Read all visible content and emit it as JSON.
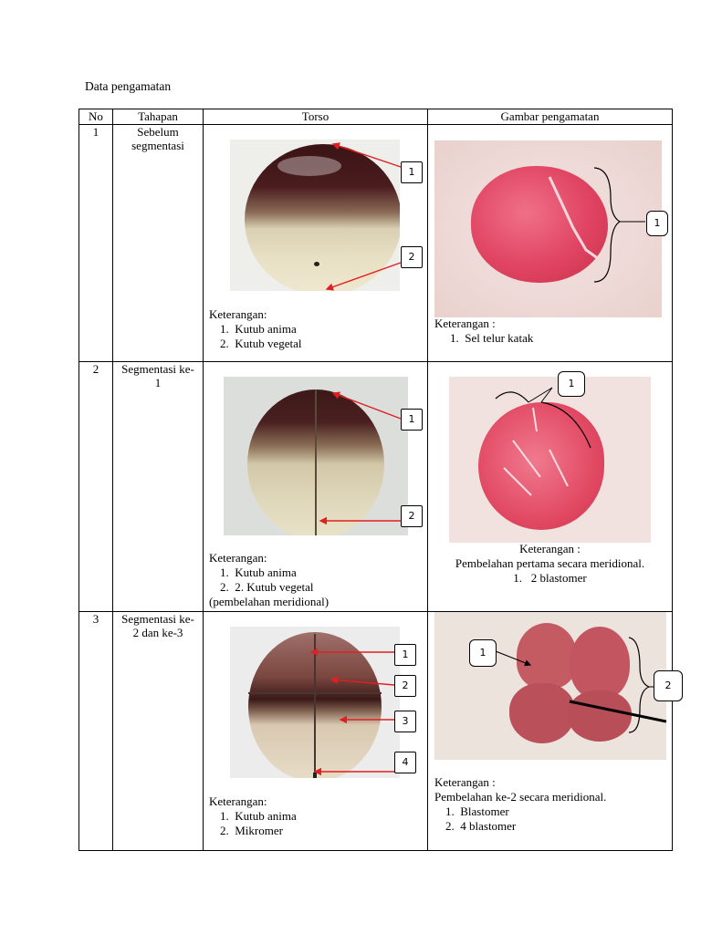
{
  "title": "Data pengamatan",
  "headers": [
    "No",
    "Tahapan",
    "Torso",
    "Gambar pengamatan"
  ],
  "rows": [
    {
      "no": "1",
      "tahapan": "Sebelum segmentasi",
      "torso_labels": [
        "1",
        "2"
      ],
      "torso_ket_title": "Keterangan:",
      "torso_ket_items": [
        "1.  Kutub anima",
        "2.  Kutub vegetal"
      ],
      "gambar_labels": [
        "1"
      ],
      "gambar_ket_title": "Keterangan :",
      "gambar_ket_items": [
        "1.  Sel telur katak"
      ]
    },
    {
      "no": "2",
      "tahapan": "Segmentasi ke-1",
      "torso_labels": [
        "1",
        "2"
      ],
      "torso_ket_title": "Keterangan:",
      "torso_ket_items": [
        "1.  Kutub anima",
        "2.  2. Kutub vegetal"
      ],
      "torso_ket_note": "(pembelahan meridional)",
      "gambar_labels": [
        "1"
      ],
      "gambar_ket_title": "Keterangan :",
      "gambar_ket_line": "Pembelahan pertama secara meridional.",
      "gambar_ket_items": [
        "1.   2 blastomer"
      ]
    },
    {
      "no": "3",
      "tahapan": "Segmentasi ke-2 dan ke-3",
      "torso_labels": [
        "1",
        "2",
        "3",
        "4"
      ],
      "torso_ket_title": "Keterangan:",
      "torso_ket_items": [
        "1.  Kutub anima",
        "2.  Mikromer"
      ],
      "gambar_labels": [
        "1",
        "2"
      ],
      "gambar_ket_title": "Keterangan :",
      "gambar_ket_line": "Pembelahan ke-2 secara meridional.",
      "gambar_ket_items": [
        "1.  Blastomer",
        "2.  4 blastomer"
      ]
    }
  ],
  "colors": {
    "arrow": "#e02020",
    "egg_dark": "#3b1416",
    "egg_light": "#e8e0c4",
    "stain": "#d8364f"
  }
}
